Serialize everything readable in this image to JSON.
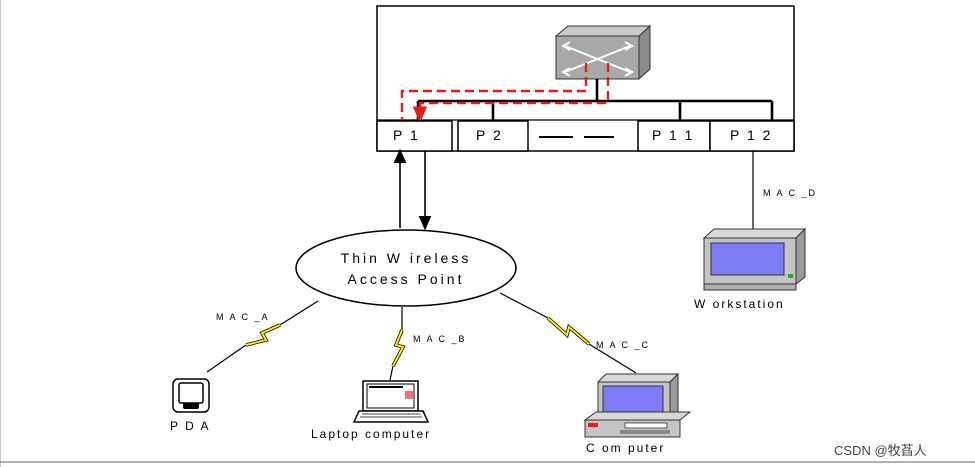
{
  "ports": [
    "P 1",
    "P 2",
    "P 1 1",
    "P 1 2"
  ],
  "access_point": {
    "line1": "Thin  W ireless",
    "line2": "Access  Point"
  },
  "links": {
    "mac_a": "M A C _A",
    "mac_b": "M A C _B",
    "mac_c": "M A C _C",
    "mac_d": "M A C _D"
  },
  "devices": {
    "pda": "P D A",
    "laptop": "Laptop  computer",
    "computer": "C om puter",
    "workstation": "W orkstation"
  },
  "watermark": "CSDN @牧萏人",
  "icons": [
    "switch-icon",
    "pda-icon",
    "laptop-icon",
    "computer-icon",
    "workstation-icon",
    "lightning-icon"
  ],
  "colors": {
    "dashed_path": "#e8191a",
    "wireless": "#ffee00",
    "screen": "#7d7bf5"
  }
}
